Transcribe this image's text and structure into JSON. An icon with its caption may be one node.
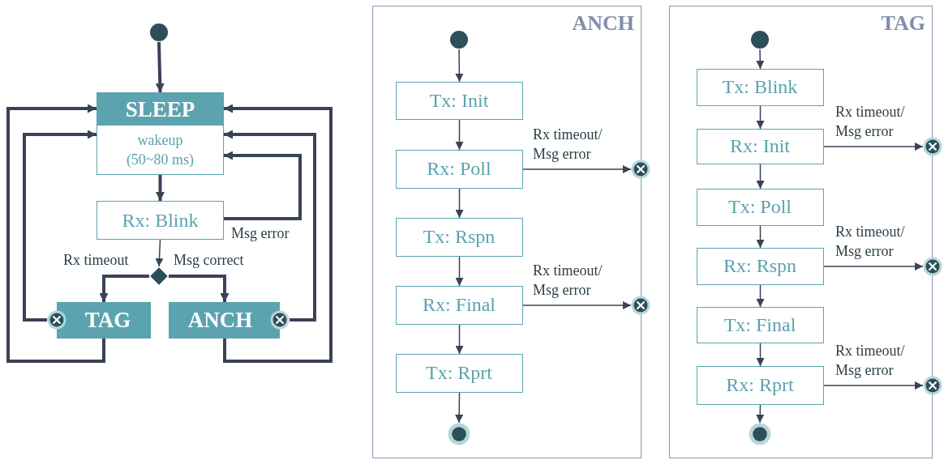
{
  "diagram": {
    "nodes": [
      {
        "text": [],
        "shape": "circle"
      },
      {
        "text": [
          "SLEEP",
          "wakeup (50~80 ms)"
        ]
      },
      {
        "text": [
          "Rx: Blink"
        ]
      },
      {
        "text": [],
        "shape": "diamond"
      },
      {
        "text": [
          "TAG"
        ]
      },
      {
        "text": [
          "ANCH"
        ]
      },
      {
        "text": [],
        "shape": "circle"
      },
      {
        "text": [],
        "shape": "circle"
      },
      {
        "text": [
          "ANCH"
        ]
      },
      {
        "text": [],
        "shape": "circle",
        "in": 8
      },
      {
        "text": [
          "Tx: Init"
        ],
        "in": 8
      },
      {
        "text": [
          "Rx: Poll"
        ],
        "in": 8
      },
      {
        "text": [
          "Tx: Rspn"
        ],
        "in": 8
      },
      {
        "text": [
          "Rx: Final"
        ],
        "in": 8
      },
      {
        "text": [
          "Tx: Rprt"
        ],
        "in": 8
      },
      {
        "text": [],
        "shape": "circle",
        "in": 8
      },
      {
        "text": [],
        "shape": "circle"
      },
      {
        "text": [],
        "shape": "circle"
      },
      {
        "text": [
          "TAG"
        ]
      },
      {
        "text": [],
        "shape": "circle",
        "in": 18
      },
      {
        "text": [
          "Tx: Blink"
        ],
        "in": 18
      },
      {
        "text": [
          "Rx: Init"
        ],
        "in": 18
      },
      {
        "text": [
          "Tx: Poll"
        ],
        "in": 18
      },
      {
        "text": [
          "Rx: Rspn"
        ],
        "in": 18
      },
      {
        "text": [
          "Tx: Final"
        ],
        "in": 18
      },
      {
        "text": [
          "Rx: Rprt"
        ],
        "in": 18
      },
      {
        "text": [],
        "shape": "circle",
        "in": 18
      },
      {
        "text": [],
        "shape": "circle"
      },
      {
        "text": [],
        "shape": "circle"
      },
      {
        "text": [],
        "shape": "circle"
      }
    ],
    "edges": [
      {
        "from": 0,
        "to": 1,
        "arrow": "to",
        "style": "thick"
      },
      {
        "from": 1,
        "to": 2,
        "arrow": "to",
        "style": "thick"
      },
      {
        "from": 2,
        "to": 1,
        "arrow": "to",
        "style": "thick",
        "label": "Msg error"
      },
      {
        "from": 2,
        "to": 3,
        "arrow": "to"
      },
      {
        "from": 3,
        "to": 4,
        "arrow": "to",
        "style": "thick",
        "label": "Rx timeout"
      },
      {
        "from": 3,
        "to": 5,
        "arrow": "to",
        "style": "thick",
        "label": "Msg correct"
      },
      {
        "from": 6,
        "to": 1,
        "arrow": "to",
        "style": "thick"
      },
      {
        "from": 4,
        "to": 1,
        "arrow": "to",
        "style": "thick"
      },
      {
        "from": 7,
        "to": 1,
        "arrow": "to",
        "style": "thick"
      },
      {
        "from": 5,
        "to": 1,
        "arrow": "to",
        "style": "thick"
      },
      {
        "from": 9,
        "to": 10,
        "arrow": "to"
      },
      {
        "from": 10,
        "to": 11,
        "arrow": "to"
      },
      {
        "from": 11,
        "to": 12,
        "arrow": "to"
      },
      {
        "from": 12,
        "to": 13,
        "arrow": "to"
      },
      {
        "from": 13,
        "to": 14,
        "arrow": "to"
      },
      {
        "from": 14,
        "to": 15,
        "arrow": "to"
      },
      {
        "from": 11,
        "to": 16,
        "arrow": "to",
        "label": "Rx timeout/ Msg error"
      },
      {
        "from": 13,
        "to": 17,
        "arrow": "to",
        "label": "Rx timeout/ Msg error"
      },
      {
        "from": 19,
        "to": 20,
        "arrow": "to"
      },
      {
        "from": 20,
        "to": 21,
        "arrow": "to"
      },
      {
        "from": 21,
        "to": 22,
        "arrow": "to"
      },
      {
        "from": 22,
        "to": 23,
        "arrow": "to"
      },
      {
        "from": 23,
        "to": 24,
        "arrow": "to"
      },
      {
        "from": 24,
        "to": 25,
        "arrow": "to"
      },
      {
        "from": 25,
        "to": 26,
        "arrow": "to"
      },
      {
        "from": 21,
        "to": 27,
        "arrow": "to",
        "label": "Rx timeout/ Msg error"
      },
      {
        "from": 23,
        "to": 28,
        "arrow": "to",
        "label": "Rx timeout/ Msg error"
      },
      {
        "from": 25,
        "to": 29,
        "arrow": "to",
        "label": "Rx timeout/ Msg error"
      }
    ]
  }
}
